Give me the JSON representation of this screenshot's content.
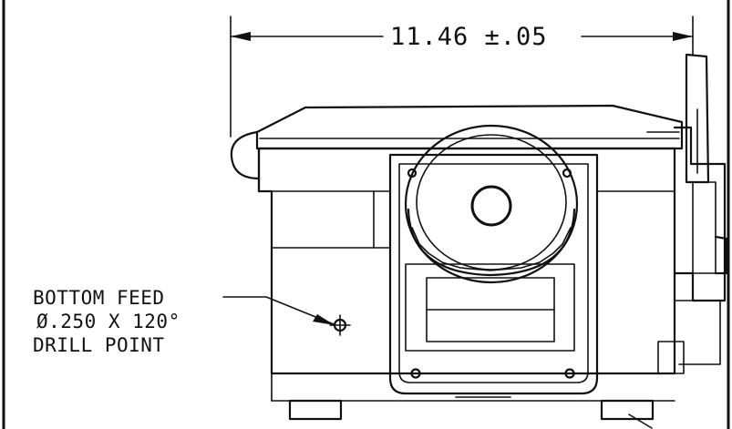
{
  "drawing": {
    "dimension_label": "11.46 ±.05",
    "callout": {
      "line1": "BOTTOM FEED",
      "line2": "Ø.250 X 120°",
      "line3": "DRILL POINT"
    }
  }
}
